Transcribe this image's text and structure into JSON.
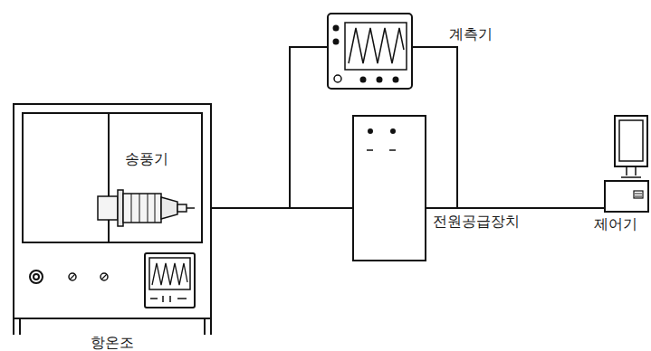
{
  "diagram": {
    "nodes": [
      {
        "text": [
          "항온조"
        ]
      },
      {
        "text": [
          "송풍기"
        ],
        "in": 0
      },
      {
        "text": [
          "계측기"
        ]
      },
      {
        "text": [
          "전원공급장치"
        ]
      },
      {
        "text": [
          "제어기"
        ]
      }
    ],
    "edges": [
      {
        "from": 1,
        "to": 3,
        "arrow": "none"
      },
      {
        "from": 1,
        "to": 2,
        "arrow": "none"
      },
      {
        "from": 3,
        "to": 4,
        "arrow": "none"
      },
      {
        "from": 2,
        "to": 4,
        "arrow": "none"
      }
    ]
  }
}
